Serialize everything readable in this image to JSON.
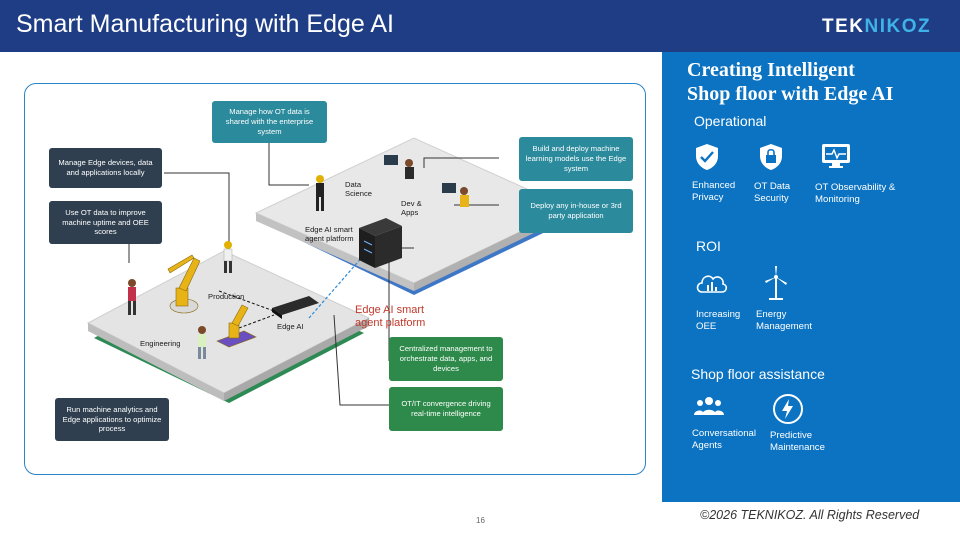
{
  "header": {
    "title": "Smart Manufacturing with Edge AI",
    "logo_main": "TEK",
    "logo_accent": "NIKOZ"
  },
  "diagram": {
    "callouts": {
      "manage_ot": "Manage how OT data is shared with the enterprise system",
      "manage_edge": "Manage Edge devices, data and applications locally",
      "use_ot": "Use OT data to improve machine uptime and OEE scores",
      "run_analytics": "Run machine analytics and Edge applications to optimize process",
      "build_deploy": "Build and deploy machine learning models use the Edge system",
      "deploy_any": "Deploy any in-house or 3rd party application",
      "centralized": "Centralized management to orchestrate data, apps, and devices",
      "otit": "OT/IT convergence driving real-time intelligence"
    },
    "labels": {
      "data_science": "Data Science",
      "dev_apps": "Dev & Apps",
      "edge_ai_platform": "Edge AI smart agent platform",
      "production": "Production",
      "edge_ai": "Edge AI",
      "engineering": "Engineering",
      "edge_ai_red": "Edge AI smart agent platform"
    }
  },
  "panel": {
    "heading_line1": "Creating Intelligent",
    "heading_line2": "Shop floor with Edge AI",
    "operational": {
      "title": "Operational",
      "items": [
        {
          "icon": "shield-check-icon",
          "label": "Enhanced Privacy"
        },
        {
          "icon": "lock-shield-icon",
          "label": "OT Data Security"
        },
        {
          "icon": "monitor-pulse-icon",
          "label": "OT Observability & Monitoring"
        }
      ]
    },
    "roi": {
      "title": "ROI",
      "items": [
        {
          "icon": "cloud-chart-icon",
          "label": "Increasing OEE"
        },
        {
          "icon": "wind-turbine-icon",
          "label": "Energy Management"
        }
      ]
    },
    "shop_floor": {
      "title": "Shop floor assistance",
      "items": [
        {
          "icon": "people-group-icon",
          "label": "Conversational Agents"
        },
        {
          "icon": "lightning-circle-icon",
          "label": "Predictive Maintenance"
        }
      ]
    }
  },
  "footer": {
    "copyright": "©2026 TEKNIKOZ. All Rights Reserved",
    "page_number": "16"
  },
  "colors": {
    "header_bg": "#1f3d84",
    "panel_bg": "#0b73c2",
    "logo_accent": "#3fb3e8",
    "callout_dark": "#2f3f4f",
    "callout_teal": "#2b8a9c",
    "callout_green": "#2d8a4a",
    "highlight_red": "#c0392b"
  }
}
